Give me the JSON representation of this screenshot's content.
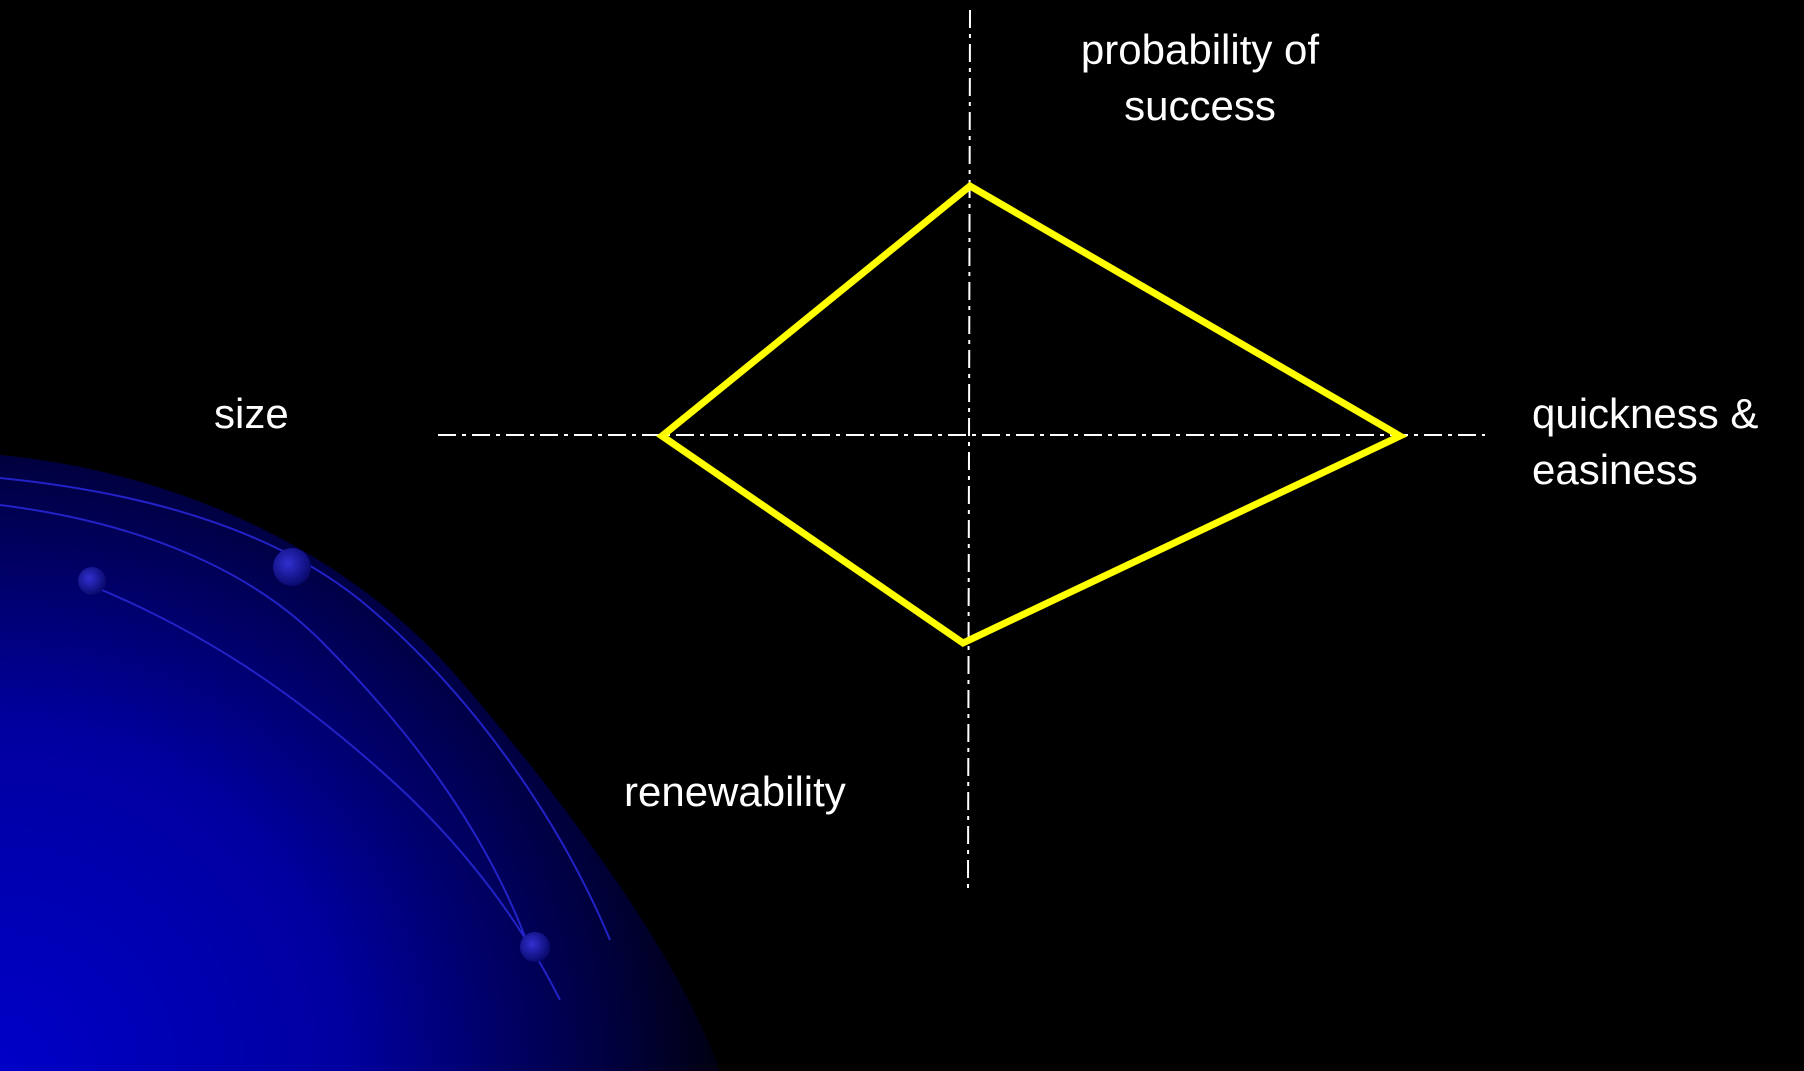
{
  "diagram": {
    "axes": [
      {
        "id": "top",
        "label_lines": [
          "probability of",
          "success"
        ]
      },
      {
        "id": "left",
        "label_lines": [
          "size"
        ]
      },
      {
        "id": "right",
        "label_lines": [
          "quickness &",
          "easiness"
        ]
      },
      {
        "id": "bottom",
        "label_lines": [
          "renewability"
        ]
      }
    ],
    "colors": {
      "background": "#000000",
      "shape_outline": "#ffff00",
      "axis_lines": "#ffffff",
      "label_text": "#ffffff",
      "decoration_blue": "#0000c8"
    },
    "axis_line_style": "dash-dot",
    "shape": "quadrilateral"
  }
}
